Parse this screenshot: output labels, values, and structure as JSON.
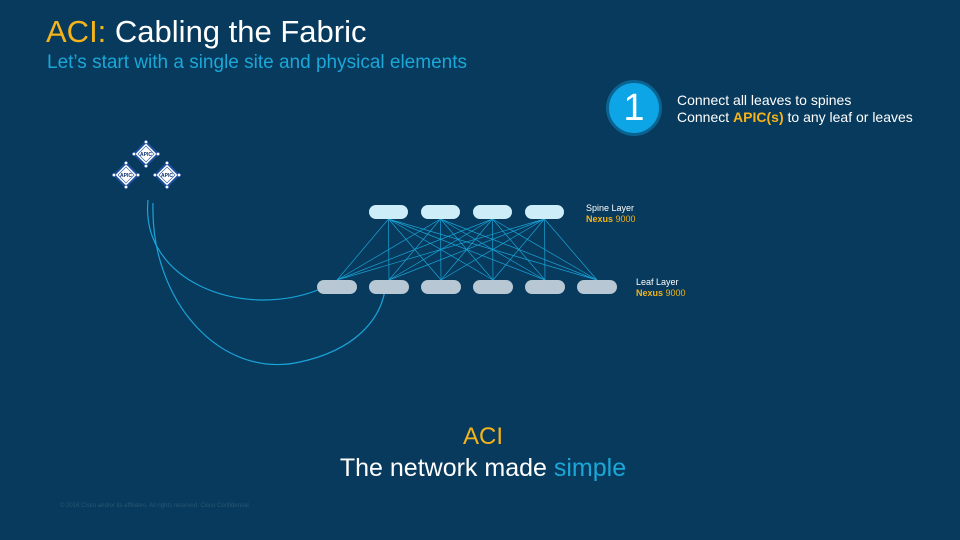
{
  "header": {
    "title_accent": "ACI:",
    "title_rest": "Cabling the Fabric",
    "subtitle": "Let’s start with a single site and physical elements"
  },
  "step": {
    "number": "1",
    "line1": "Connect all leaves to spines",
    "line2_prefix": "Connect ",
    "line2_highlight": "APIC(s)",
    "line2_suffix": " to any leaf or leaves"
  },
  "spine": {
    "label": "Spine Layer",
    "model_prefix": "Nexus",
    "model_suffix": " 9000",
    "count": 4
  },
  "leaf": {
    "label": "Leaf Layer",
    "model_prefix": "Nexus",
    "model_suffix": " 9000",
    "count": 6
  },
  "apic": {
    "node_label": "APIC",
    "count": 3
  },
  "tagline": {
    "top": "ACI",
    "bottom_prefix": "The network made ",
    "bottom_highlight": "simple"
  },
  "footer": "© 2016 Cisco and/or its affiliates. All rights reserved. Cisco Confidential",
  "colors": {
    "background": "#073a5c",
    "accent_yellow": "#f4b41a",
    "accent_blue": "#1ba7d8",
    "spine_fill": "#cdeef9",
    "leaf_fill": "#b7c7d3",
    "link": "#1aa3d8"
  }
}
